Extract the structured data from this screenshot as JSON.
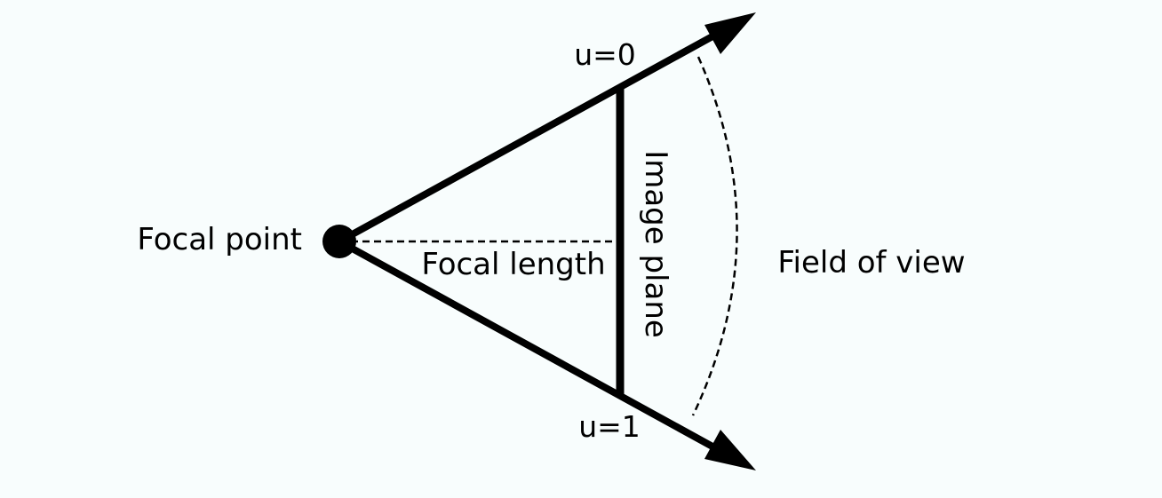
{
  "labels": {
    "focal_point": "Focal point",
    "focal_length": "Focal length",
    "image_plane": "Image plane",
    "field_of_view": "Field of view",
    "u_top": "u=0",
    "u_bottom": "u=1"
  },
  "colors": {
    "background": "#f8fdfd",
    "stroke": "#000000"
  }
}
